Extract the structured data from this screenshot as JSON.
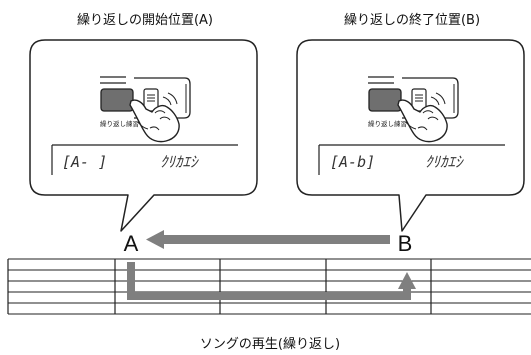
{
  "captions": {
    "start_position": "繰り返しの開始位置(A)",
    "end_position": "繰り返しの終了位置(B)",
    "song_playback": "ソングの再生(繰り返し)"
  },
  "markers": {
    "a": "A",
    "b": "B"
  },
  "left_panel": {
    "button_label": "繰り返し練習",
    "lcd_left": "[A-  ]",
    "lcd_right": "ｸﾘｶｴｼ"
  },
  "right_panel": {
    "button_label": "繰り返し練習",
    "lcd_left": "[A-b]",
    "lcd_right": "ｸﾘｶｴｼ"
  },
  "colors": {
    "arrow": "#7f7f7f",
    "button_fill": "#6f6f6f",
    "outline": "#222222"
  },
  "icons": {
    "hand": "pressing-hand-icon",
    "button": "repeat-practice-button-icon"
  }
}
